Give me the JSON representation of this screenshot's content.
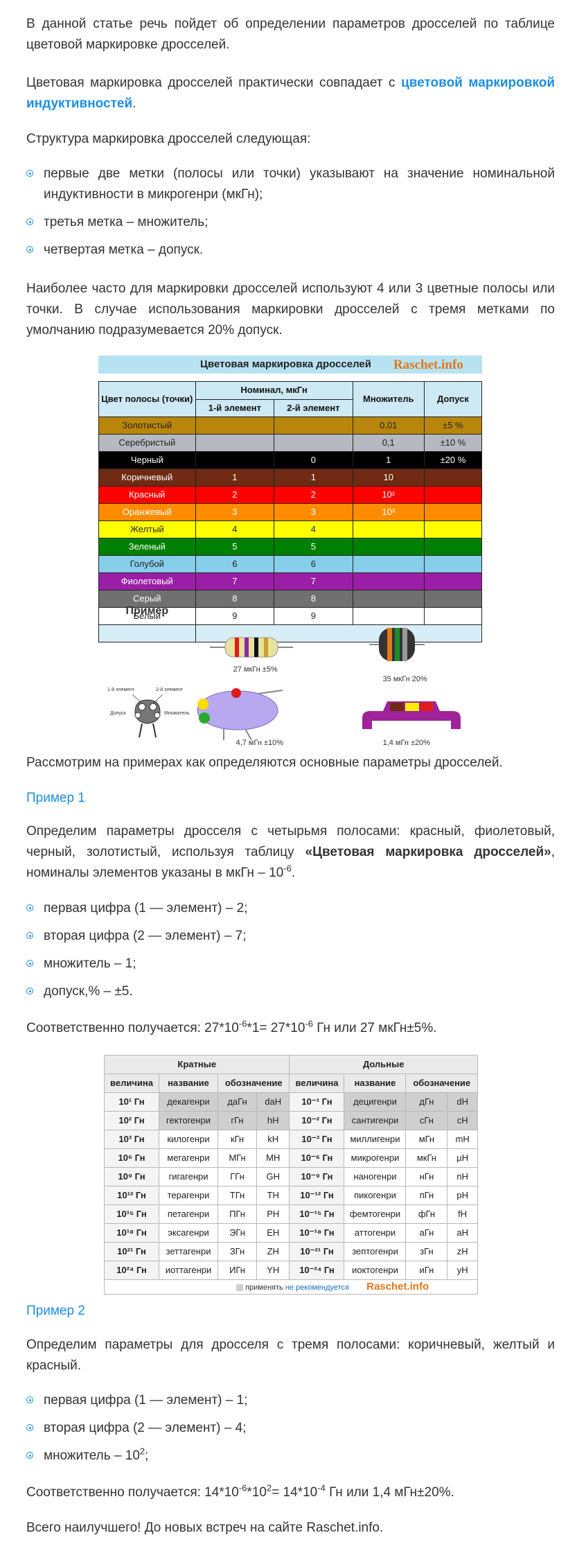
{
  "intro": {
    "p1": "В данной статье речь пойдет об определении параметров дросселей по таблице цветовой маркировке дросселей.",
    "p2_pre": "Цветовая маркировка дросселей практически совпадает с ",
    "p2_link": "цветовой маркировкой индуктивностей",
    "p2_post": ".",
    "p3": "Структура маркировка дросселей следующая:",
    "bullets": [
      "первые две метки (полосы или точки) указывают на значение номинальной индуктивности в микрогенри (мкГн);",
      "третья метка – множитель;",
      "четвертая метка – допуск."
    ],
    "p4": "Наиболее часто для маркировки дросселей используют 4 или 3 цветные полосы или точки. В случае использования маркировки дросселей с тремя метками по умолчанию подразумевается 20% допуск."
  },
  "color_table": {
    "title": "Цветовая маркировка дросселей",
    "logo": "Raschet.info",
    "headers": {
      "color": "Цвет полосы (точки)",
      "nominal": "Номинал, мкГн",
      "el1": "1-й элемент",
      "el2": "2-й элемент",
      "mult": "Множитель",
      "tol": "Допуск"
    },
    "rows": [
      {
        "name": "Золотистый",
        "bg": "#b8860b",
        "fg": "#222222",
        "e1": "",
        "e2": "",
        "mult": "0,01",
        "tol": "±5 %"
      },
      {
        "name": "Серебристый",
        "bg": "#b6b9bf",
        "fg": "#222222",
        "e1": "",
        "e2": "",
        "mult": "0,1",
        "tol": "±10 %"
      },
      {
        "name": "Черный",
        "bg": "#000000",
        "fg": "#ffffff",
        "e1": "",
        "e2": "0",
        "mult": "1",
        "tol": "±20 %"
      },
      {
        "name": "Коричневый",
        "bg": "#6e2a12",
        "fg": "#ffffff",
        "e1": "1",
        "e2": "1",
        "mult": "10",
        "tol": ""
      },
      {
        "name": "Красный",
        "bg": "#ff0000",
        "fg": "#ffffff",
        "e1": "2",
        "e2": "2",
        "mult": "10²",
        "tol": ""
      },
      {
        "name": "Оранжевый",
        "bg": "#ff8c00",
        "fg": "#ffffff",
        "e1": "3",
        "e2": "3",
        "mult": "10³",
        "tol": ""
      },
      {
        "name": "Желтый",
        "bg": "#ffff00",
        "fg": "#222222",
        "e1": "4",
        "e2": "4",
        "mult": "",
        "tol": ""
      },
      {
        "name": "Зеленый",
        "bg": "#008000",
        "fg": "#ffffff",
        "e1": "5",
        "e2": "5",
        "mult": "",
        "tol": ""
      },
      {
        "name": "Голубой",
        "bg": "#87ceeb",
        "fg": "#222222",
        "e1": "6",
        "e2": "6",
        "mult": "",
        "tol": ""
      },
      {
        "name": "Фиолетовый",
        "bg": "#9b1fa6",
        "fg": "#ffffff",
        "e1": "7",
        "e2": "7",
        "mult": "",
        "tol": ""
      },
      {
        "name": "Серый",
        "bg": "#707070",
        "fg": "#ffffff",
        "e1": "8",
        "e2": "8",
        "mult": "",
        "tol": ""
      },
      {
        "name": "Белый",
        "bg": "#ffffff",
        "fg": "#222222",
        "e1": "9",
        "e2": "9",
        "mult": "",
        "tol": ""
      }
    ],
    "example": {
      "label": "Пример",
      "el1": "1-й элемент",
      "el2": "2-й элемент",
      "tol": "Допуск",
      "mult": "Множитель",
      "c1": "27 мкГн ±5%",
      "c2": "35 мкГн 20%",
      "c3": "4,7 мГн ±10%",
      "c4": "1,4 мГн ±20%"
    }
  },
  "after_table": "Рассмотрим на примерах как определяются основные параметры дросселей.",
  "ex1": {
    "heading": "Пример 1",
    "p_pre": "Определим параметры дросселя с четырьмя полосами: красный, фиолетовый, черный, золотистый, используя таблицу ",
    "p_bold": "«Цветовая маркировка дросселей»",
    "p_post": ", номиналы элементов указаны в мкГн – 10",
    "p_sup": "-6",
    "p_end": ".",
    "bullets": [
      "первая цифра (1 — элемент) – 2;",
      "вторая цифра (2 — элемент) – 7;",
      "множитель – 1;",
      "допуск,% – ±5."
    ],
    "result_a": "Соответственно получается: 27*10",
    "result_sup1": "-6",
    "result_b": "*1= 27*10",
    "result_sup2": "-6",
    "result_c": " Гн или 27 мкГн±5%."
  },
  "units_table": {
    "group_multiple": "Кратные",
    "group_fraction": "Дольные",
    "col_value": "величина",
    "col_name": "название",
    "col_symbol": "обозначение",
    "rows": [
      {
        "mv": "10¹ Гн",
        "mn": "декагенри",
        "mr": "даГн",
        "ml": "daH",
        "mg": true,
        "fv": "10⁻¹ Гн",
        "fn": "децигенри",
        "fr": "дГн",
        "fl": "dH",
        "fg": true
      },
      {
        "mv": "10² Гн",
        "mn": "гектогенри",
        "mr": "гГн",
        "ml": "hH",
        "mg": true,
        "fv": "10⁻² Гн",
        "fn": "сантигенри",
        "fr": "сГн",
        "fl": "cH",
        "fg": true
      },
      {
        "mv": "10³ Гн",
        "mn": "килогенри",
        "mr": "кГн",
        "ml": "kH",
        "mg": false,
        "fv": "10⁻³ Гн",
        "fn": "миллигенри",
        "fr": "мГн",
        "fl": "mH",
        "fg": false
      },
      {
        "mv": "10⁶ Гн",
        "mn": "мегагенри",
        "mr": "МГн",
        "ml": "MH",
        "mg": false,
        "fv": "10⁻⁶ Гн",
        "fn": "микрогенри",
        "fr": "мкГн",
        "fl": "µH",
        "fg": false
      },
      {
        "mv": "10⁹ Гн",
        "mn": "гигагенри",
        "mr": "ГГн",
        "ml": "GH",
        "mg": false,
        "fv": "10⁻⁹ Гн",
        "fn": "наногенри",
        "fr": "нГн",
        "fl": "nH",
        "fg": false
      },
      {
        "mv": "10¹² Гн",
        "mn": "терагенри",
        "mr": "ТГн",
        "ml": "TH",
        "mg": false,
        "fv": "10⁻¹² Гн",
        "fn": "пикогенри",
        "fr": "пГн",
        "fl": "pH",
        "fg": false
      },
      {
        "mv": "10¹⁵ Гн",
        "mn": "петагенри",
        "mr": "ПГн",
        "ml": "PH",
        "mg": false,
        "fv": "10⁻¹⁵ Гн",
        "fn": "фемтогенри",
        "fr": "фГн",
        "fl": "fH",
        "fg": false
      },
      {
        "mv": "10¹⁸ Гн",
        "mn": "эксагенри",
        "mr": "ЭГн",
        "ml": "EH",
        "mg": false,
        "fv": "10⁻¹⁸ Гн",
        "fn": "аттогенри",
        "fr": "аГн",
        "fl": "aH",
        "fg": false
      },
      {
        "mv": "10²¹ Гн",
        "mn": "зеттагенри",
        "mr": "ЗГн",
        "ml": "ZH",
        "mg": false,
        "fv": "10⁻²¹ Гн",
        "fn": "зептогенри",
        "fr": "зГн",
        "fl": "zH",
        "fg": false
      },
      {
        "mv": "10²⁴ Гн",
        "mn": "иоттагенри",
        "mr": "ИГн",
        "ml": "YH",
        "mg": false,
        "fv": "10⁻²⁴ Гн",
        "fn": "иоктогенри",
        "fr": "иГн",
        "fl": "yH",
        "fg": false
      }
    ],
    "footnote_a": "применять ",
    "footnote_b": "не рекомендуется",
    "logo": "Raschet.info"
  },
  "ex2": {
    "heading": "Пример 2",
    "p": "Определим параметры для дросселя с тремя полосами: коричневый, желтый и красный.",
    "bullets": [
      "первая цифра (1 — элемент) – 1;",
      "вторая цифра (2 — элемент) – 4;"
    ],
    "bullet3": "множитель – 10",
    "bullet3_sup": "2",
    "bullet3_end": ";",
    "result_a": "Соответственно получается: 14*10",
    "result_sup1": "-6",
    "result_b": "*10",
    "result_sup2": "2",
    "result_c": "= 14*10",
    "result_sup3": "-4",
    "result_d": " Гн или 1,4 мГн±20%."
  },
  "closing": "Всего наилучшего! До новых встреч на сайте Raschet.info."
}
